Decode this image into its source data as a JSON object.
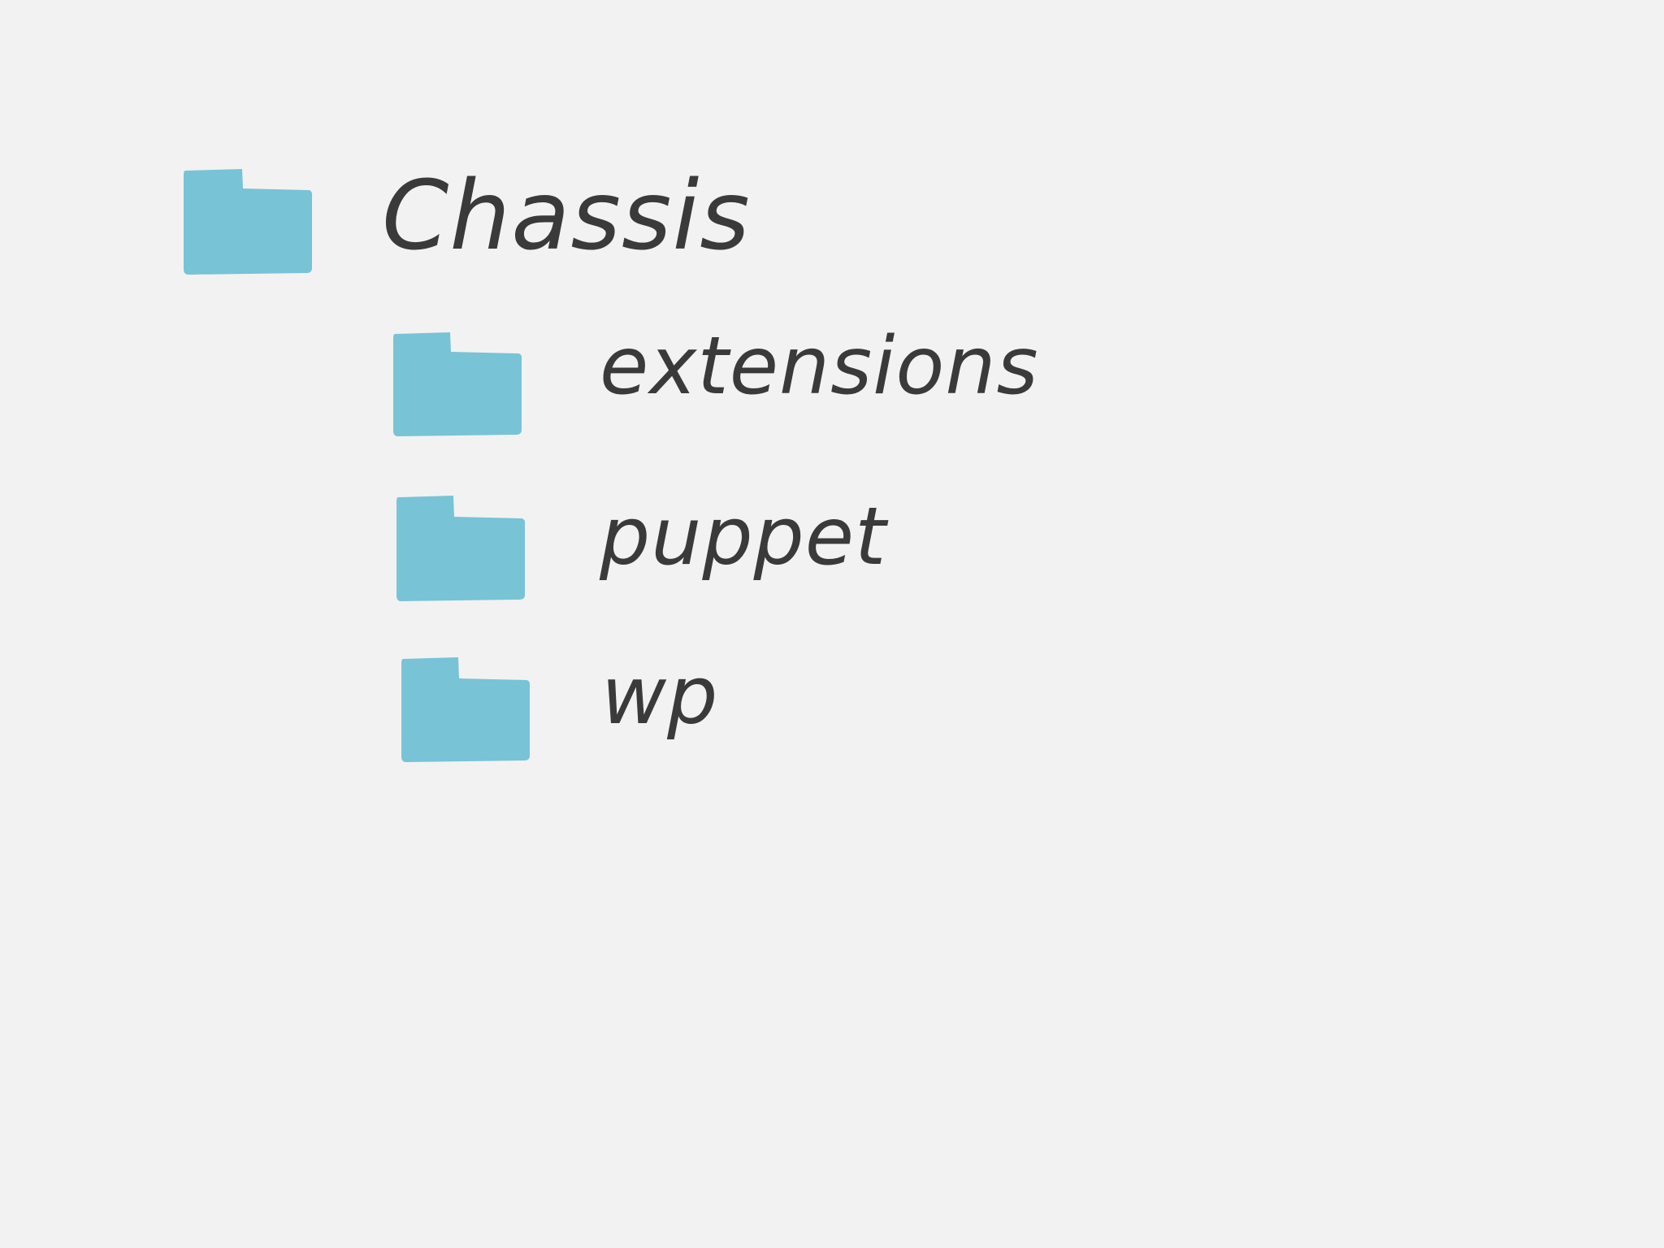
{
  "tree": {
    "root": {
      "label": "Chassis",
      "icon": "folder-icon"
    },
    "children": [
      {
        "label": "extensions",
        "icon": "folder-icon"
      },
      {
        "label": "puppet",
        "icon": "folder-icon"
      },
      {
        "label": "wp",
        "icon": "folder-icon"
      }
    ]
  },
  "colors": {
    "background": "#f2f2f2",
    "folder": "#78c3d6",
    "ink": "#3a3a3a"
  }
}
